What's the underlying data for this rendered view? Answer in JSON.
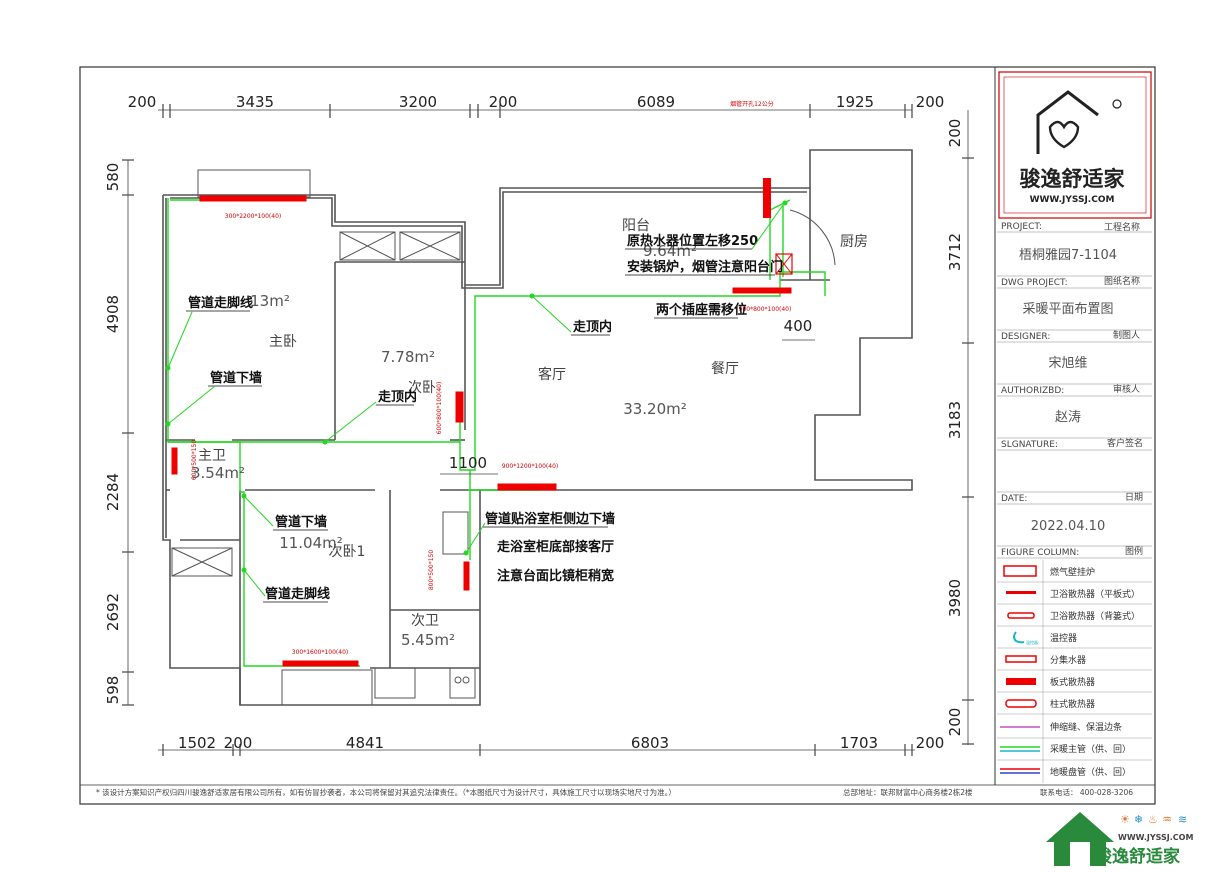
{
  "dimensions": {
    "top": [
      "200",
      "3435",
      "3200",
      "200",
      "6089",
      "1925",
      "200"
    ],
    "bottom": [
      "1502",
      "200",
      "4841",
      "6803",
      "1703",
      "200"
    ],
    "left": [
      "580",
      "4908",
      "2284",
      "2692",
      "598"
    ],
    "right": [
      "200",
      "3712",
      "3183",
      "3980",
      "200"
    ],
    "inner_1100": "1100",
    "inner_400": "400"
  },
  "top_note": "烟管开孔12公分",
  "rooms": {
    "master_bedroom": "主卧",
    "master_area": "13m²",
    "second_bedroom": "次卧",
    "second_area": "7.78m²",
    "living": "客厅",
    "dining": "餐厅",
    "living_area": "33.20m²",
    "balcony": "阳台",
    "balcony_area": "9.64m²",
    "kitchen": "厨房",
    "master_bath": "主卫",
    "master_bath_area": "3.54m²",
    "second_bedroom1": "次卧1",
    "second_bedroom1_area": "11.04m²",
    "second_bath": "次卫",
    "second_bath_area": "5.45m²"
  },
  "notes": {
    "n1": "管道走脚线",
    "n2": "管道下墙",
    "n3": "走顶内",
    "n4": "走顶内",
    "n5": "原热水器位置左移250",
    "n6": "安装锅炉，烟管注意阳台门",
    "n7": "两个插座需移位",
    "n8": "管道下墙",
    "n9": "管道走脚线",
    "n10": "管道贴浴室柜侧边下墙",
    "n11": "走浴室柜底部接客厅",
    "n12": "注意台面比镜柜稍宽"
  },
  "radiators": {
    "r1": "300*2200*100(40)",
    "r2": "900*800*100(40)",
    "r3": "900*1200*100(40)",
    "r4": "300*1600*100(40)",
    "r5": "600*800*100(40)",
    "r6": "800*500*150",
    "r7": "600*500*150"
  },
  "title_block": {
    "project_label": "PROJECT:",
    "project_sub": "工程名称",
    "project_value": "梧桐雅园7-1104",
    "dwg_label": "DWG PROJECT:",
    "dwg_sub": "图纸名称",
    "dwg_value": "采暖平面布置图",
    "designer_label": "DESIGNER:",
    "designer_sub": "制图人",
    "designer_value": "宋旭维",
    "author_label": "AUTHORIZBD:",
    "author_sub": "审核人",
    "author_value": "赵涛",
    "sign_label": "SLGNATURE:",
    "sign_sub": "客户签名",
    "sign_value": "",
    "date_label": "DATE:",
    "date_sub": "日期",
    "date_value": "2022.04.10",
    "figure_label": "FIGURE COLUMN:",
    "figure_sub": "图例",
    "logo_text": "骏逸舒适家",
    "logo_url": "WWW.JYSSJ.COM"
  },
  "legend": [
    "燃气壁挂炉",
    "卫浴散热器（平板式）",
    "卫浴散热器（背篓式）",
    "温控器",
    "分集水器",
    "板式散热器",
    "柱式散热器",
    "伸缩缝、保温边条",
    "采暖主管（供、回）",
    "地暖盘管（供、回）"
  ],
  "legend_thermostat_label": "温控器",
  "footer": {
    "copyright": "* 该设计方案知识产权归四川骏逸舒适家居有限公司所有，如有仿冒抄袭者，本公司将保留对其追究法律责任。（*本图纸尺寸为设计尺寸，具体施工尺寸以现场实地尺寸为准。）",
    "address": "总部地址：联邦财富中心商务楼2栋2楼",
    "phone": "联系电话：  400-028-3206"
  },
  "watermark": {
    "url": "WWW.JYSSJ.COM",
    "name": "骏逸舒适家"
  },
  "colors": {
    "pipe": "#22d822",
    "radiator": "#ee0000",
    "wall": "#555555",
    "brand_green": "#2a8a3c"
  }
}
